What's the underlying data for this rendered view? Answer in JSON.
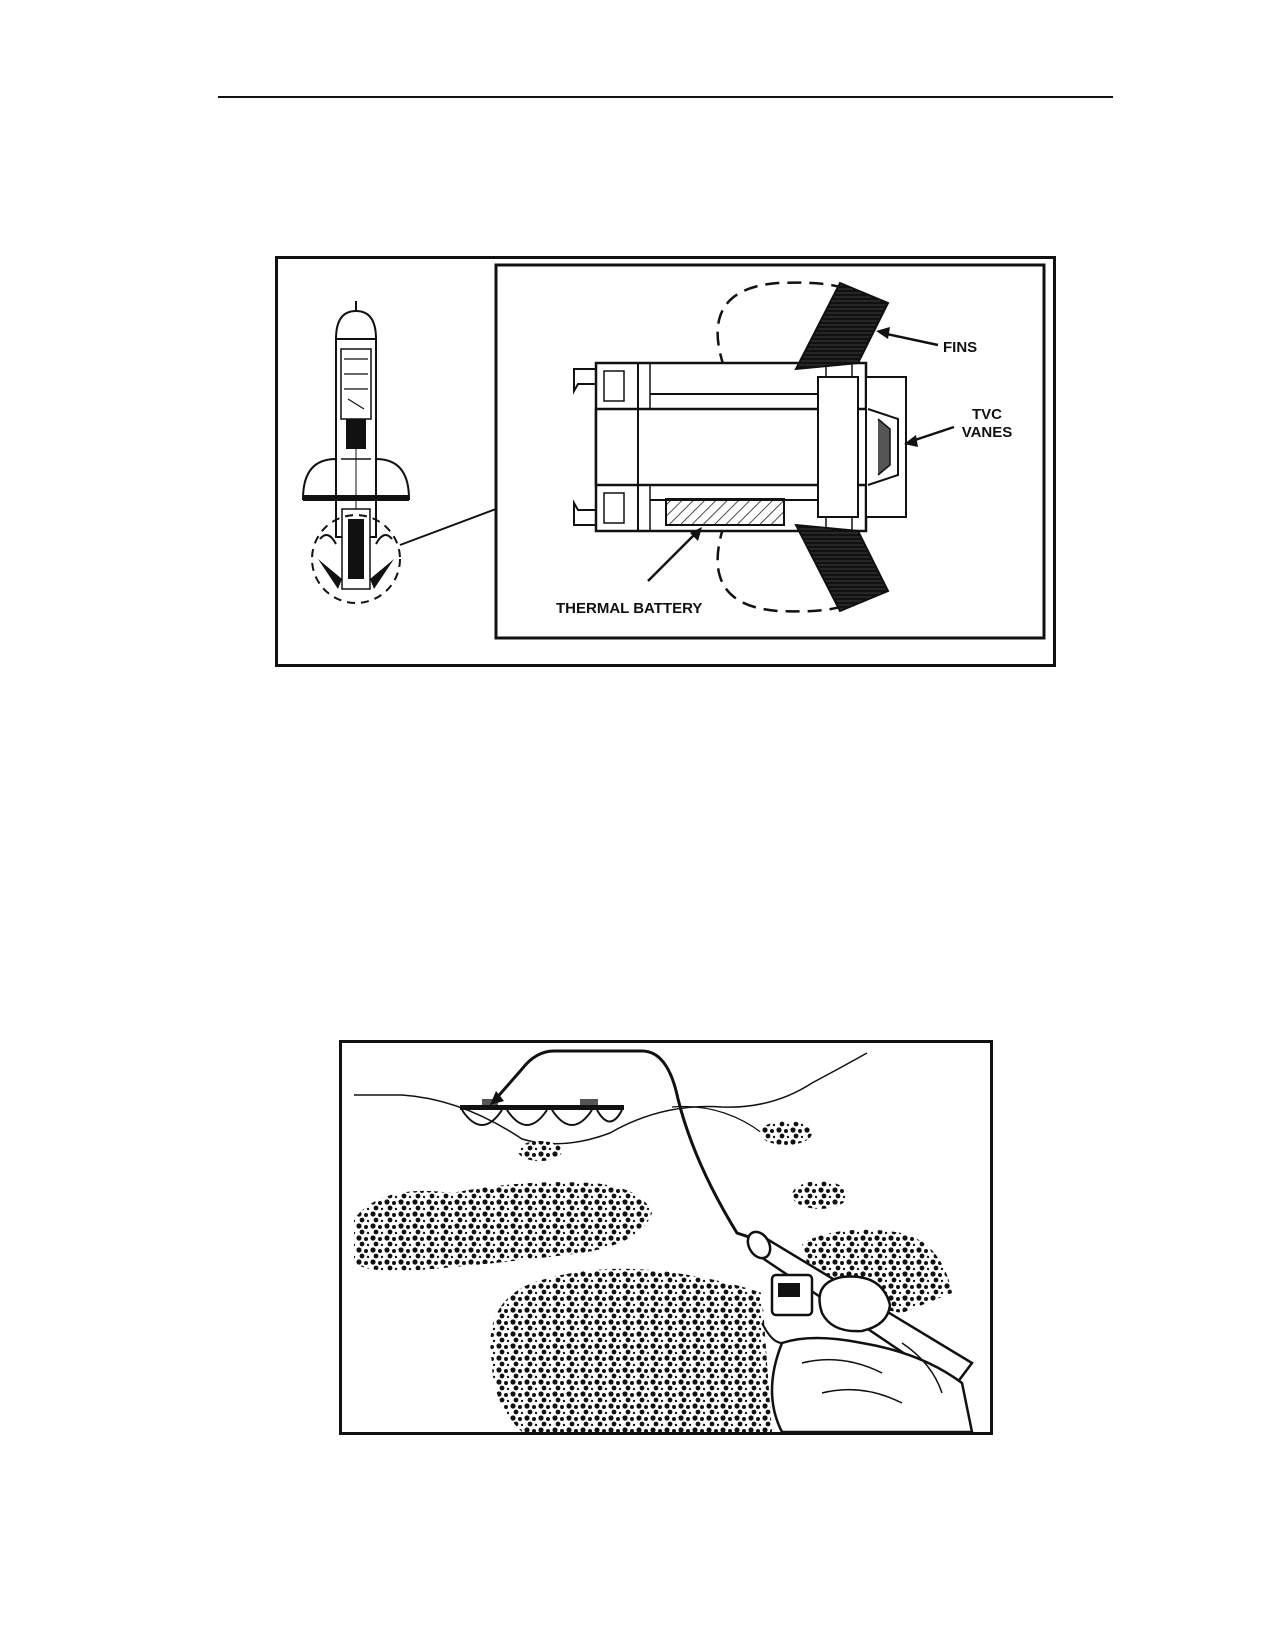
{
  "figure1": {
    "labels": {
      "fins": "FINS",
      "tvc_line1": "TVC",
      "tvc_line2": "VANES",
      "thermal_battery": "THERMAL BATTERY"
    }
  },
  "figure2": {}
}
